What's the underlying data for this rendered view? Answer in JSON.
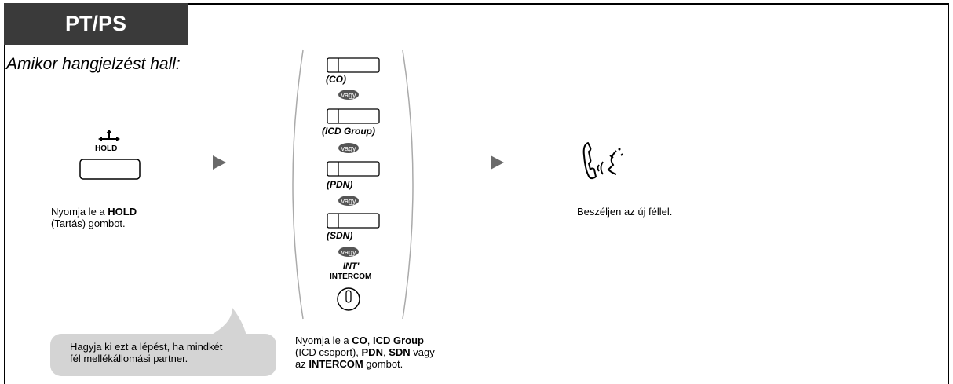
{
  "header": {
    "tab_label": "PT/PS"
  },
  "intro": "Amikor hangjelzést hall:",
  "step1": {
    "key_label": "HOLD",
    "desc_pre": "Nyomja le a ",
    "desc_bold": "HOLD",
    "desc_line2": "(Tartás) gombot."
  },
  "step2": {
    "keys": [
      {
        "label": "(CO)"
      },
      {
        "label": "(ICD Group)"
      },
      {
        "label": "(PDN)"
      },
      {
        "label": "(SDN)"
      }
    ],
    "or_text": "vagy",
    "intercom_top": "INT'",
    "intercom_label": "INTERCOM",
    "desc": {
      "p1": "Nyomja le a ",
      "b1": "CO",
      "p2": ", ",
      "b2": "ICD Group",
      "p3": "(ICD csoport), ",
      "b3": "PDN",
      "p4": ", ",
      "b4": "SDN",
      "p5": " vagy",
      "p6": "az ",
      "b5": "INTERCOM",
      "p7": " gombot."
    }
  },
  "step3": {
    "desc": "Beszéljen az új féllel."
  },
  "note": {
    "line1": "Hagyja ki ezt a lépést, ha mindkét",
    "line2": "fél mellékállomási partner."
  },
  "icons": [
    "hold-icon",
    "intercom-icon",
    "talk-handset-icon",
    "arrow-right-icon"
  ],
  "colors": {
    "tab_bg": "#3a3a3a",
    "bubble_bg": "#d4d4d4",
    "arrow": "#6a6a6a",
    "vagy_bg": "#555555"
  }
}
